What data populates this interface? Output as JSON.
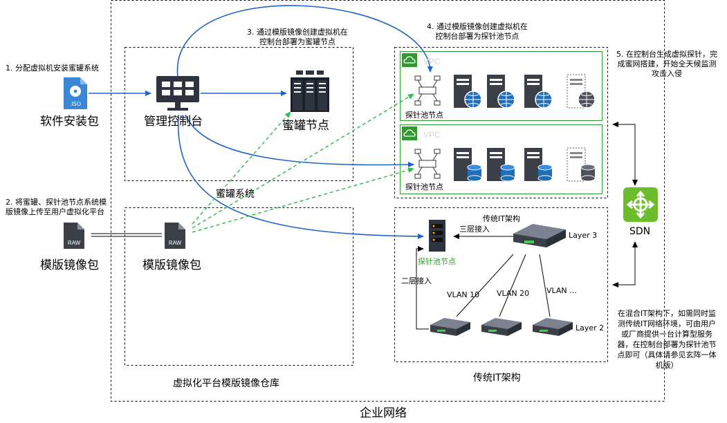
{
  "steps": {
    "s1": "1. 分配虚拟机安装蜜罐系统",
    "s2_line1": "2. 将蜜罐、探针池节点系统模",
    "s2_line2": "版镜像上传至用户虚拟化平台",
    "s3_line1": "3. 通过模版镜像创建虚拟机在",
    "s3_line2": "控制台部署为蜜罐节点",
    "s4_line1": "4. 通过模版镜像创建虚拟机在",
    "s4_line2": "控制台部署为探针池节点",
    "s5_line1": "5. 在控制台生成虚拟探针，完",
    "s5_line2": "成蜜网搭建，开始全天候监测",
    "s5_line3": "攻击入侵"
  },
  "labels": {
    "software_pkg": "软件安装包",
    "iso": ".ISO",
    "console": "管理控制台",
    "honeypot_node": "蜜罐节点",
    "honeypot_system": "蜜罐系统",
    "raw": "RAW",
    "template_pkg_left": "模版镜像包",
    "template_pkg_inner": "模版镜像包",
    "repo": "虚拟化平台模版镜像仓库",
    "enterprise": "企业网络",
    "vpc": "VPC",
    "probe_pool_1": "探针池节点",
    "probe_pool_2": "探针池节点",
    "sdn": "SDN",
    "traditional_it": "传统IT架构",
    "traditional_it_inner": "传统IT架构",
    "layer3_access": "三层接入",
    "layer2_access": "二层接入",
    "probe_pool_3": "探针池节点",
    "layer3": "Layer 3",
    "layer2": "Layer 2",
    "vlan10": "VLAN 10",
    "vlan20": "VLAN 20",
    "vlan_more": "VLAN ...",
    "note_line1": "在混合IT架构下，如需同时监",
    "note_line2": "测传统IT网络环境，可由用户",
    "note_line3": "或厂商提供一台计算型服务",
    "note_line4": "器，在控制台部署为探针池节",
    "note_line5": "点即可（具体请参见玄阵一体",
    "note_line6": "机版）"
  },
  "colors": {
    "blue_arrow": "#1e64c8",
    "green_dash": "#2fbf4f",
    "vpc_border": "#2f9a2f",
    "sdn_green": "#6cbd2c",
    "dark_icon": "#2d3440",
    "globe_blue": "#1f6fb8"
  }
}
